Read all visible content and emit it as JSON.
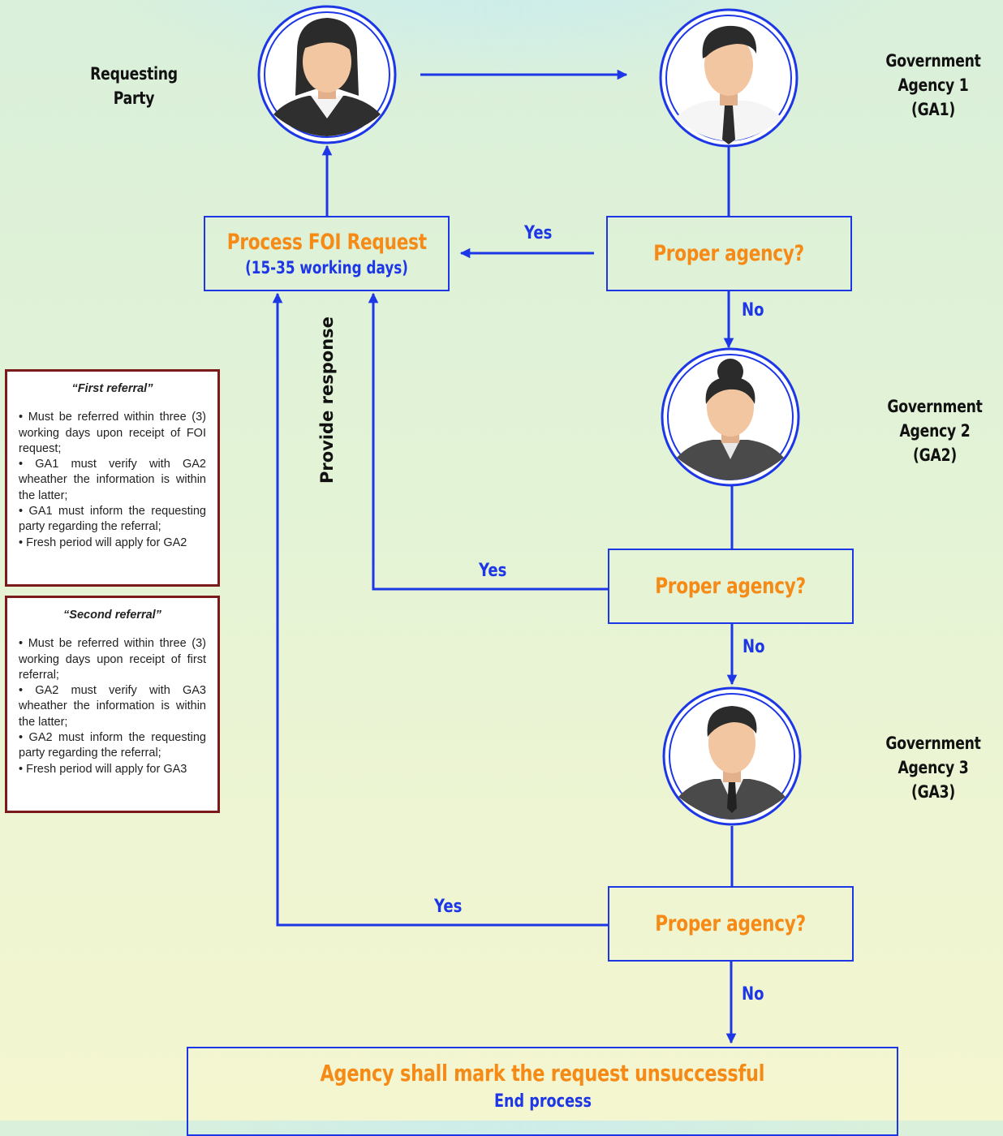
{
  "actors": {
    "requesting_party": [
      "Requesting",
      "Party"
    ],
    "ga1": [
      "Government",
      "Agency 1 (GA1)"
    ],
    "ga2": [
      "Government",
      "Agency 2 (GA2)"
    ],
    "ga3": [
      "Government",
      "Agency 3 (GA3)"
    ]
  },
  "process_box": {
    "title": "Process FOI Request",
    "subtitle": "(15-35 working days)"
  },
  "decision_label": "Proper agency?",
  "edge_labels": {
    "yes": "Yes",
    "no": "No",
    "provide_response": "Provide response"
  },
  "end_box": {
    "title": "Agency shall mark the request unsuccessful",
    "subtitle": "End process"
  },
  "notes": {
    "first": {
      "title": "“First referral”",
      "items": [
        "• Must be referred within three (3) working days upon receipt of FOI request;",
        "• GA1 must verify with GA2 wheather the information is within the latter;",
        "• GA1 must inform the requesting party regarding the referral;",
        "• Fresh period will apply for GA2"
      ]
    },
    "second": {
      "title": "“Second referral”",
      "items": [
        "• Must be referred within three (3) working days upon receipt of first referral;",
        "• GA2 must verify with GA3 wheather the information is within the latter;",
        "• GA2 must inform the requesting party regarding the referral;",
        "• Fresh period will apply for GA3"
      ]
    }
  },
  "colors": {
    "line": "#1d37e6",
    "accent": "#f58a16",
    "note_border": "#7a1a1a"
  }
}
